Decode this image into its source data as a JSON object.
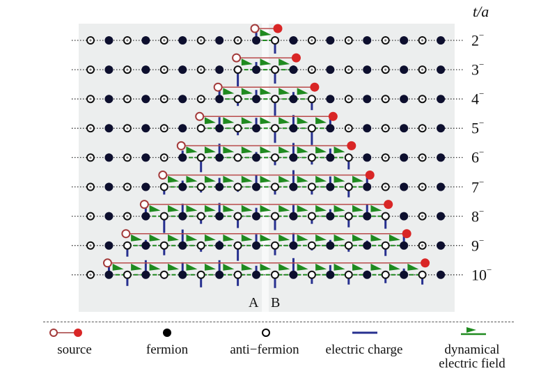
{
  "figure": {
    "axis_title": "t/a",
    "rows": [
      {
        "t": "2",
        "sup": "−"
      },
      {
        "t": "3",
        "sup": "−"
      },
      {
        "t": "4",
        "sup": "−"
      },
      {
        "t": "5",
        "sup": "−"
      },
      {
        "t": "6",
        "sup": "−"
      },
      {
        "t": "7",
        "sup": "−"
      },
      {
        "t": "8",
        "sup": "−"
      },
      {
        "t": "9",
        "sup": "−"
      },
      {
        "t": "10",
        "sup": "−"
      }
    ],
    "boundary_labels": {
      "left": "A",
      "right": "B"
    },
    "sites_per_row": 20,
    "site_pattern": "even index = anti-fermion (open), odd index = fermion (filled)",
    "source_start_site_row0": 9,
    "source_end_site_row0": 10
  },
  "legend": {
    "source": "source",
    "fermion": "fermion",
    "anti_fermion": "anti−fermion",
    "electric_charge": "electric charge",
    "field_line1": "dynamical",
    "field_line2": "electric field"
  },
  "colors": {
    "panel": "#eceeee",
    "source_red": "#d92626",
    "source_open": "#a33a3a",
    "fermion": "#0d0f2e",
    "charge_blue": "#27308f",
    "field_green": "#1f8a1f",
    "dotted_line": "#333333"
  }
}
